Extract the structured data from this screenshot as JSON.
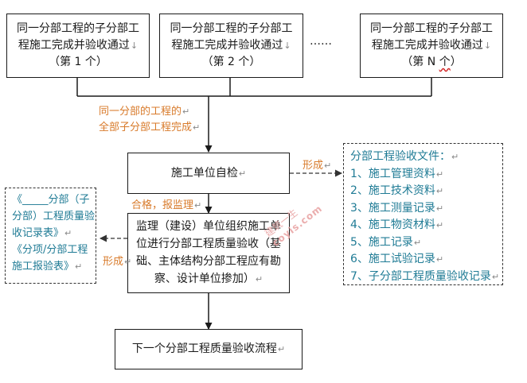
{
  "top_boxes": [
    {
      "line1": "同一分部工程的子分部工",
      "line2": "程施工完成并验收通过",
      "line3": "（第 1 个）"
    },
    {
      "line1": "同一分部工程的子分部工",
      "line2": "程施工完成并验收通过",
      "line3": "（第 2 个）"
    },
    {
      "line1": "同一分部工程的子分部工",
      "line2": "程施工完成并验收通过",
      "line3_pre": "（第 N ",
      "line3_mark": "个",
      "line3_post": "）"
    }
  ],
  "ellipsis": "……",
  "merge_label": {
    "line1": "同一分部的工程的",
    "line2": "全部子分部工程完成"
  },
  "self_check": "施工单位自检",
  "form_label_right": "形成",
  "pass_label": "合格，报监理",
  "acceptance_box": {
    "line1": "监理（建设）单位组织施工单",
    "line2": "位进行分部工程质量验收（基",
    "line3": "础、主体结构分部工程应有勘",
    "line4": "察、设计单位掺加）"
  },
  "form_label_left": "形成",
  "left_docs": {
    "line1": "《_____分部（子",
    "line2": "分部）工程质量验",
    "line3": "收记录表》",
    "line4": "《分项/分部工程",
    "line5": "施工报验表》"
  },
  "right_docs": {
    "title": "分部工程验收文件：",
    "items": [
      "1、施工管理资料",
      "2、施工技术资料",
      "3、施工测量记录",
      "4、施工物资材料",
      "5、施工记录",
      "6、施工试验记录",
      "7、子分部工程质量验收记录"
    ]
  },
  "next_box": "下一个分部工程质量验收流程",
  "watermark": {
    "line1": "建筑一生",
    "line2": "coyis.com"
  },
  "paragraph_mark": "↵",
  "colors": {
    "orange": "#d87a2a",
    "teal": "#1f7b95",
    "line": "#1a1a1a",
    "watermark": "#e8a0a0"
  }
}
